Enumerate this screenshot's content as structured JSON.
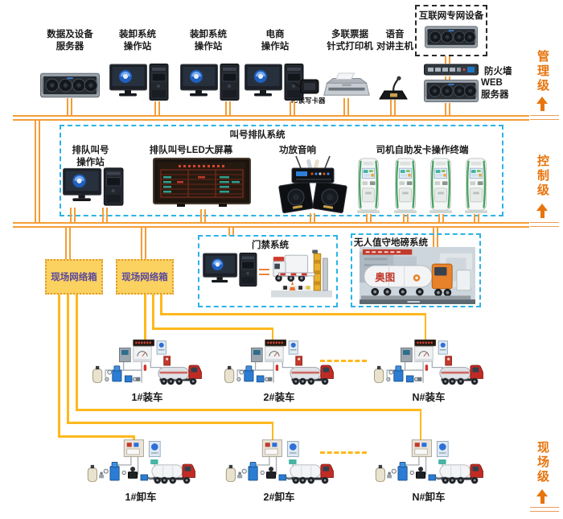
{
  "colors": {
    "bus_orange": "#F49D37",
    "wire_yellow": "#FFB81C",
    "dashed_cyan": "#2BB3E8",
    "level_orange": "#E8740C",
    "network_box_fill": "#FBD160",
    "network_box_text": "#5B4A9B"
  },
  "management": {
    "devices": [
      {
        "label": "数据及设备\n服务器"
      },
      {
        "label": "装卸系统\n操作站"
      },
      {
        "label": "装卸系统\n操作站"
      },
      {
        "label": "电商\n操作站"
      },
      {
        "label": "多联票据\n针式打印机"
      },
      {
        "label": "语音\n对讲主机"
      }
    ],
    "ic_reader": "IC读写卡器",
    "internet_box": "互联网专网设备",
    "firewall": "防火墙",
    "web_server": "WEB\n服务器"
  },
  "queue": {
    "title": "叫号排队系统",
    "operator": "排队叫号\n操作站",
    "led_screen": "排队叫号LED大屏幕",
    "amplifier": "功放音响",
    "kiosks": "司机自助发卡操作终端"
  },
  "gate": {
    "title": "门禁系统"
  },
  "weighbridge": {
    "title": "无人值守地磅系统",
    "truck_logo": "奥图"
  },
  "network_boxes": [
    "现场网络箱",
    "现场网络箱"
  ],
  "stations": {
    "loading": [
      "1#装车",
      "2#装车",
      "N#装车"
    ],
    "unloading": [
      "1#卸车",
      "2#卸车",
      "N#卸车"
    ]
  },
  "levels": [
    "管理级",
    "控制级",
    "现场级"
  ]
}
